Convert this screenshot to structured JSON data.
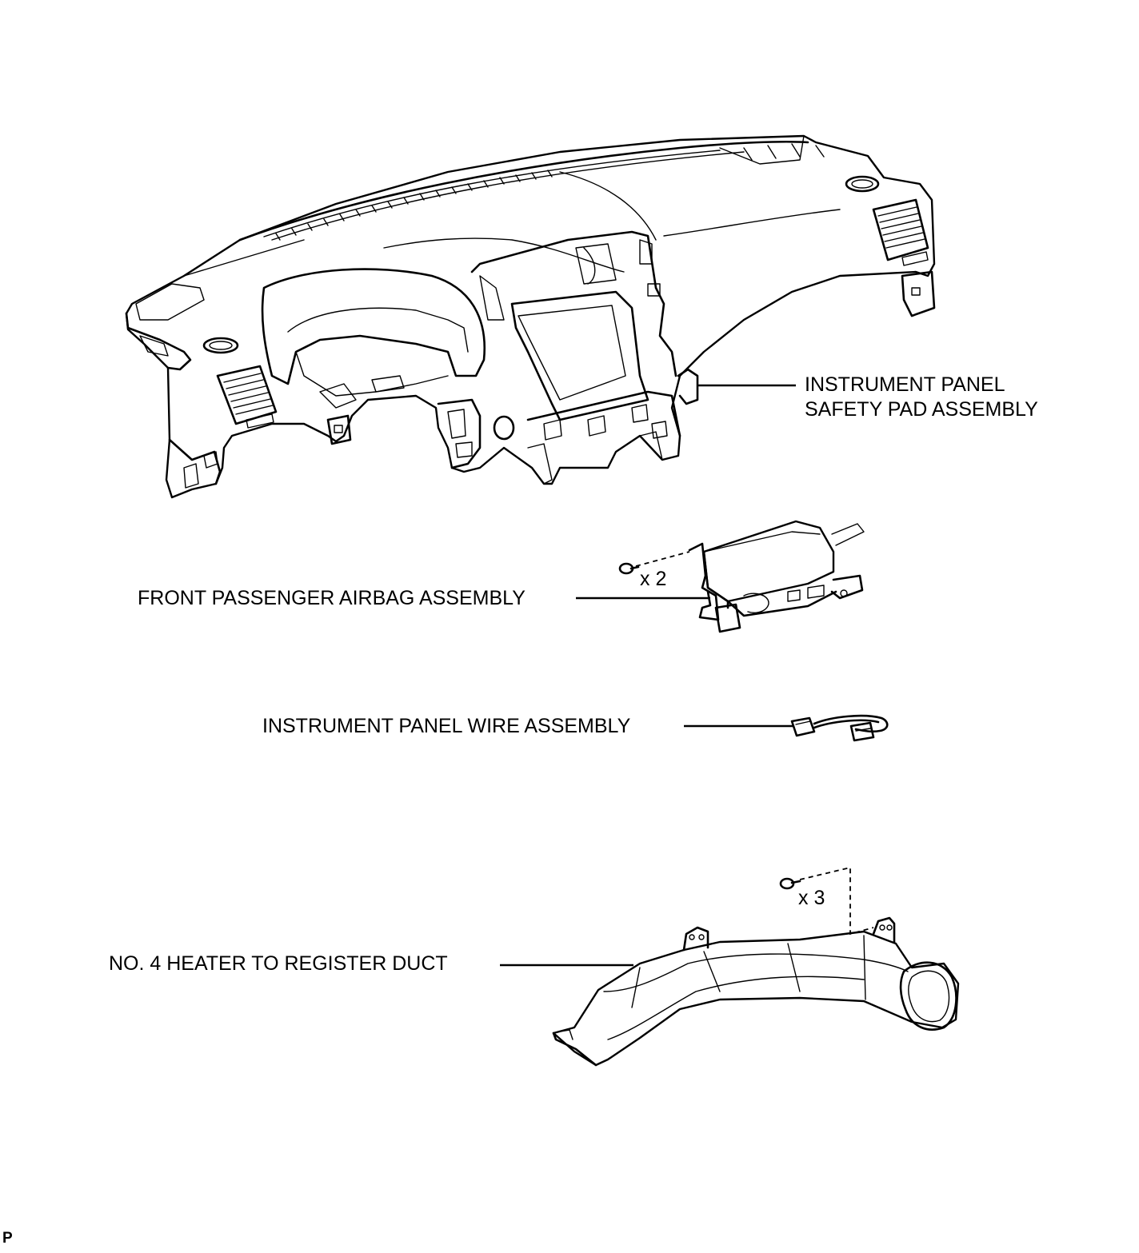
{
  "labels": {
    "safety_pad_line1": "INSTRUMENT PANEL",
    "safety_pad_line2": "SAFETY PAD ASSEMBLY",
    "airbag": "FRONT PASSENGER AIRBAG ASSEMBLY",
    "wire": "INSTRUMENT PANEL WIRE ASSEMBLY",
    "duct": "NO. 4 HEATER TO REGISTER DUCT"
  },
  "quantities": {
    "airbag_screws": "x 2",
    "duct_clips": "x 3"
  },
  "corner_mark": "P"
}
